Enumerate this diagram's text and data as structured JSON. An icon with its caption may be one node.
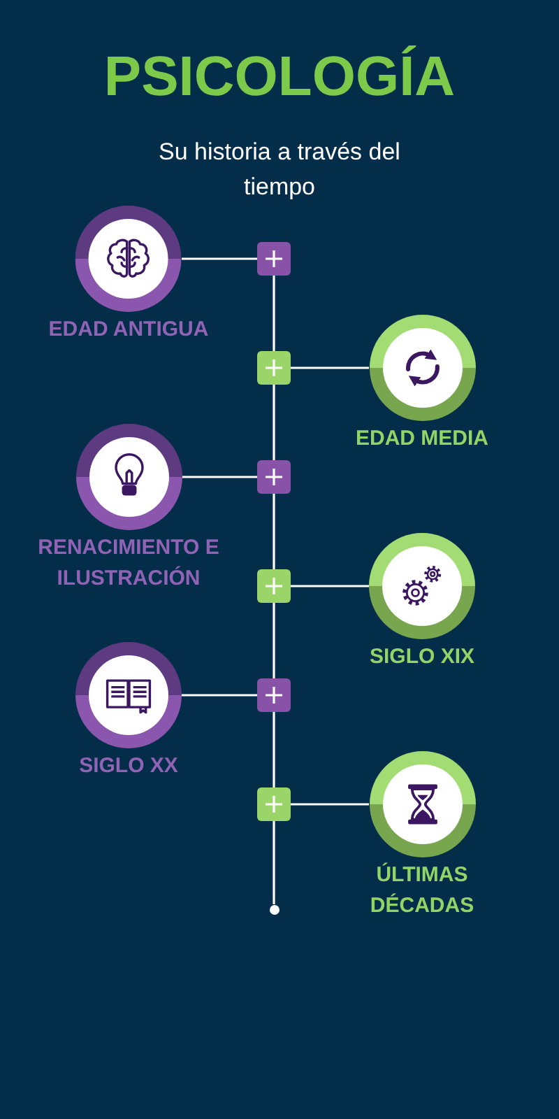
{
  "diagram": {
    "title": "PSICOLOGÍA",
    "nodes": [
      {
        "text": [
          "EDAD ANTIGUA"
        ]
      },
      {
        "text": [],
        "shape": "box"
      },
      {
        "text": [],
        "shape": "box"
      },
      {
        "text": [
          "EDAD MEDIA"
        ]
      },
      {
        "text": [
          "RENACIMIENTO E ILUSTRACIÓN"
        ]
      },
      {
        "text": [],
        "shape": "box"
      },
      {
        "text": [],
        "shape": "box"
      },
      {
        "text": [
          "SIGLO XIX"
        ]
      },
      {
        "text": [
          "SIGLO XX"
        ]
      },
      {
        "text": [],
        "shape": "box"
      },
      {
        "text": [],
        "shape": "box"
      },
      {
        "text": [
          "ÚLTIMAS DÉCADAS"
        ]
      },
      {
        "text": [],
        "shape": "circle"
      }
    ],
    "edges": [
      {
        "from": 0,
        "to": 1,
        "arrow": "none"
      },
      {
        "from": 1,
        "to": 2,
        "arrow": "none"
      },
      {
        "from": 2,
        "to": 3,
        "arrow": "none"
      },
      {
        "from": 2,
        "to": 5,
        "arrow": "none"
      },
      {
        "from": 4,
        "to": 5,
        "arrow": "none"
      },
      {
        "from": 5,
        "to": 6,
        "arrow": "none"
      },
      {
        "from": 6,
        "to": 7,
        "arrow": "none"
      },
      {
        "from": 6,
        "to": 9,
        "arrow": "none"
      },
      {
        "from": 8,
        "to": 9,
        "arrow": "none"
      },
      {
        "from": 9,
        "to": 10,
        "arrow": "none"
      },
      {
        "from": 10,
        "to": 11,
        "arrow": "none"
      },
      {
        "from": 10,
        "to": 12,
        "arrow": "none"
      }
    ],
    "labels": [
      "Su historia a través del tiempo"
    ]
  }
}
